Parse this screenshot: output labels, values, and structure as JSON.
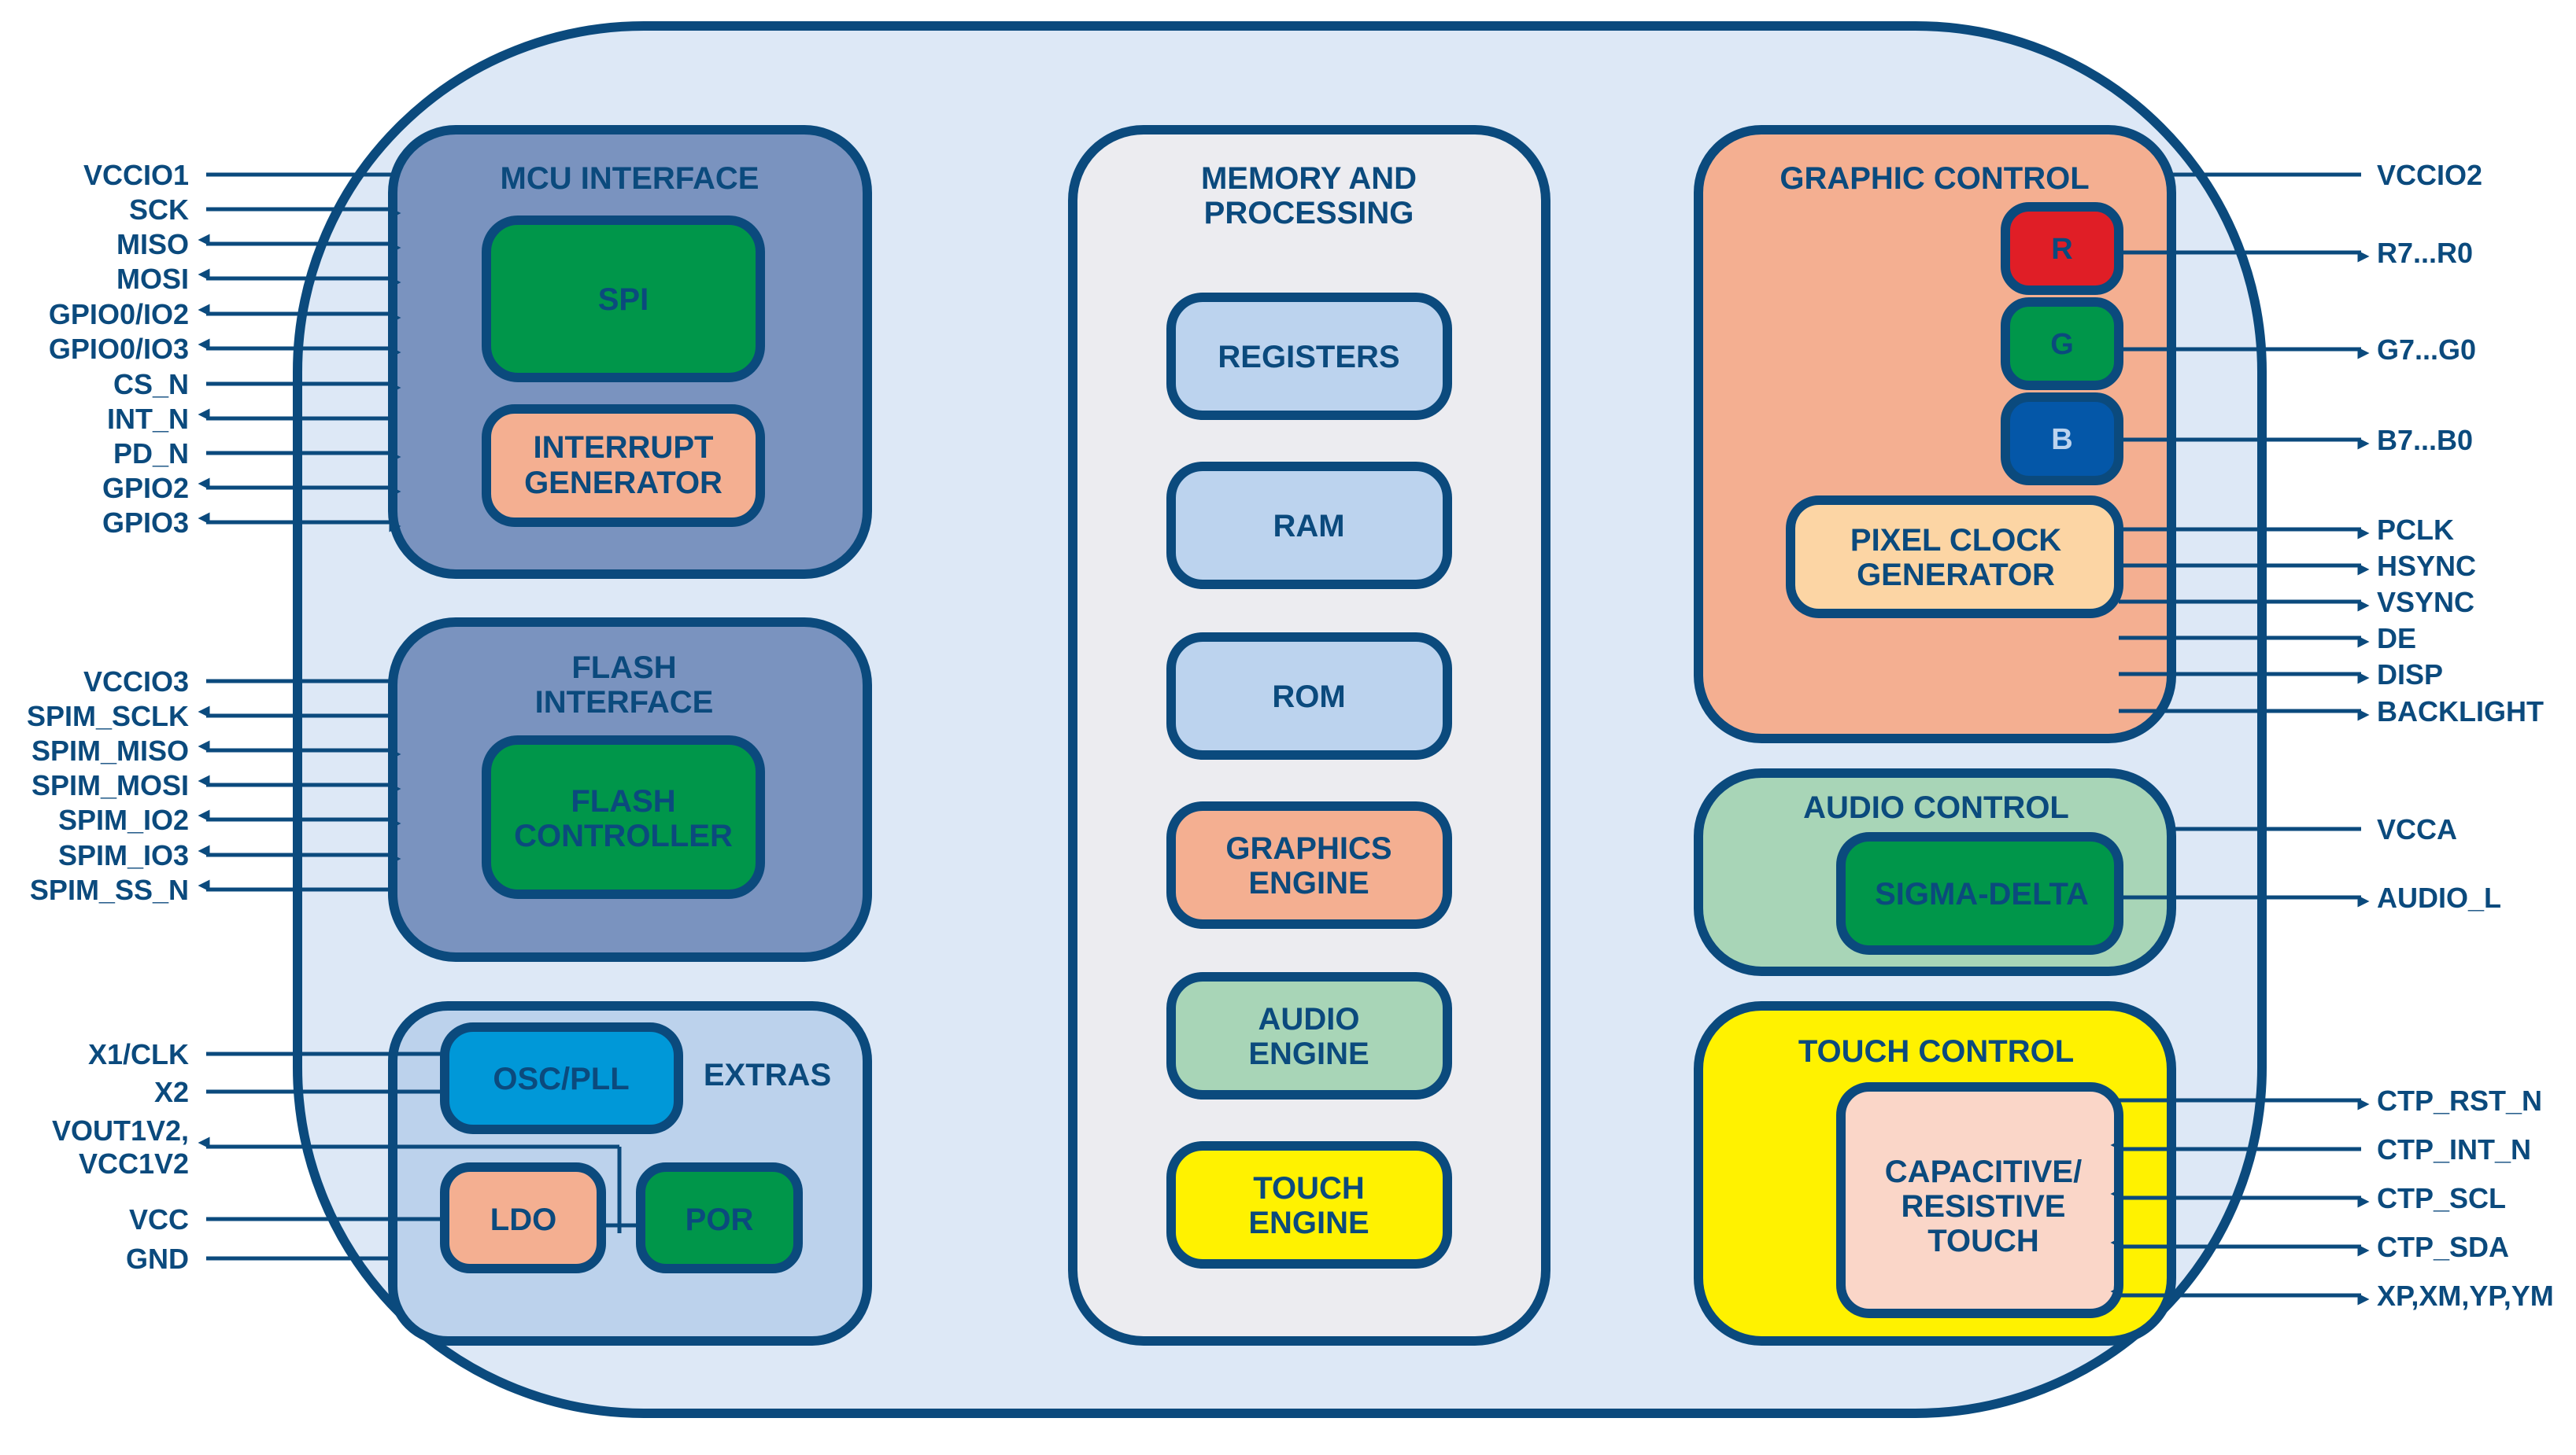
{
  "colors": {
    "outline": "#0b4a7d",
    "outer_fill": "#dde8f6",
    "interface_fill": "#7a93bf",
    "extras_fill": "#bcd2ec",
    "memory_fill": "#ececf0",
    "mem_block_fill": "#bcd3ee",
    "green": "#00964a",
    "salmon": "#f4af91",
    "audio_fill": "#a8d5b7",
    "touch_fill": "#fff200",
    "osc_fill": "#0098d8",
    "pixel_fill": "#fcd5a4",
    "cap_fill": "#fad6c8",
    "red": "#e01e26",
    "blue": "#0457a8"
  },
  "blocks": {
    "mcu": {
      "title": "MCU INTERFACE",
      "spi": "SPI",
      "interrupt": [
        "INTERRUPT",
        "GENERATOR"
      ]
    },
    "flash": {
      "title": [
        "FLASH",
        "INTERFACE"
      ],
      "controller": [
        "FLASH",
        "CONTROLLER"
      ]
    },
    "extras": {
      "title": "EXTRAS",
      "osc": "OSC/PLL",
      "ldo": "LDO",
      "por": "POR"
    },
    "memory": {
      "title": [
        "MEMORY AND",
        "PROCESSING"
      ],
      "items": [
        {
          "lines": [
            "REGISTERS"
          ],
          "fill": "#bcd3ee"
        },
        {
          "lines": [
            "RAM"
          ],
          "fill": "#bcd3ee"
        },
        {
          "lines": [
            "ROM"
          ],
          "fill": "#bcd3ee"
        },
        {
          "lines": [
            "GRAPHICS",
            "ENGINE"
          ],
          "fill": "#f4af91"
        },
        {
          "lines": [
            "AUDIO",
            "ENGINE"
          ],
          "fill": "#a8d5b7"
        },
        {
          "lines": [
            "TOUCH",
            "ENGINE"
          ],
          "fill": "#fff200"
        }
      ]
    },
    "graphic": {
      "title": "GRAPHIC CONTROL",
      "r": "R",
      "g": "G",
      "b": "B",
      "pixel": [
        "PIXEL CLOCK",
        "GENERATOR"
      ]
    },
    "audio": {
      "title": "AUDIO CONTROL",
      "sigma": "SIGMA-DELTA"
    },
    "touch": {
      "title": "TOUCH CONTROL",
      "cap": [
        "CAPACITIVE/",
        "RESISTIVE",
        "TOUCH"
      ]
    }
  },
  "left_pins": {
    "mcu": [
      {
        "name": "VCCIO1",
        "dir": "none"
      },
      {
        "name": "SCK",
        "dir": "in"
      },
      {
        "name": "MISO",
        "dir": "bi"
      },
      {
        "name": "MOSI",
        "dir": "bi"
      },
      {
        "name": "GPIO0/IO2",
        "dir": "bi"
      },
      {
        "name": "GPIO0/IO3",
        "dir": "bi"
      },
      {
        "name": "CS_N",
        "dir": "in"
      },
      {
        "name": "INT_N",
        "dir": "out"
      },
      {
        "name": "PD_N",
        "dir": "in"
      },
      {
        "name": "GPIO2",
        "dir": "bi"
      },
      {
        "name": "GPIO3",
        "dir": "bi"
      }
    ],
    "flash": [
      {
        "name": "VCCIO3",
        "dir": "none"
      },
      {
        "name": "SPIM_SCLK",
        "dir": "out"
      },
      {
        "name": "SPIM_MISO",
        "dir": "bi"
      },
      {
        "name": "SPIM_MOSI",
        "dir": "bi"
      },
      {
        "name": "SPIM_IO2",
        "dir": "bi"
      },
      {
        "name": "SPIM_IO3",
        "dir": "bi"
      },
      {
        "name": "SPIM_SS_N",
        "dir": "out"
      }
    ],
    "extras": [
      {
        "name": "X1/CLK",
        "dir": "none"
      },
      {
        "name": "X2",
        "dir": "none"
      },
      {
        "name": "VOUT1V2,|VCC1V2",
        "dir": "out"
      },
      {
        "name": "VCC",
        "dir": "none"
      },
      {
        "name": "GND",
        "dir": "none"
      }
    ]
  },
  "right_pins": {
    "graphic": [
      {
        "name": "VCCIO2",
        "dir": "none"
      },
      {
        "name": "R7...R0",
        "dir": "out"
      },
      {
        "name": "G7...G0",
        "dir": "out"
      },
      {
        "name": "B7...B0",
        "dir": "out"
      },
      {
        "name": "PCLK",
        "dir": "out"
      },
      {
        "name": "HSYNC",
        "dir": "out"
      },
      {
        "name": "VSYNC",
        "dir": "out"
      },
      {
        "name": "DE",
        "dir": "out"
      },
      {
        "name": "DISP",
        "dir": "out"
      },
      {
        "name": "BACKLIGHT",
        "dir": "out"
      }
    ],
    "audio": [
      {
        "name": "VCCA",
        "dir": "none"
      },
      {
        "name": "AUDIO_L",
        "dir": "out"
      }
    ],
    "touch": [
      {
        "name": "CTP_RST_N",
        "dir": "out"
      },
      {
        "name": "CTP_INT_N",
        "dir": "in"
      },
      {
        "name": "CTP_SCL",
        "dir": "bi"
      },
      {
        "name": "CTP_SDA",
        "dir": "bi"
      },
      {
        "name": "XP,XM,YP,YM",
        "dir": "bi"
      }
    ]
  }
}
